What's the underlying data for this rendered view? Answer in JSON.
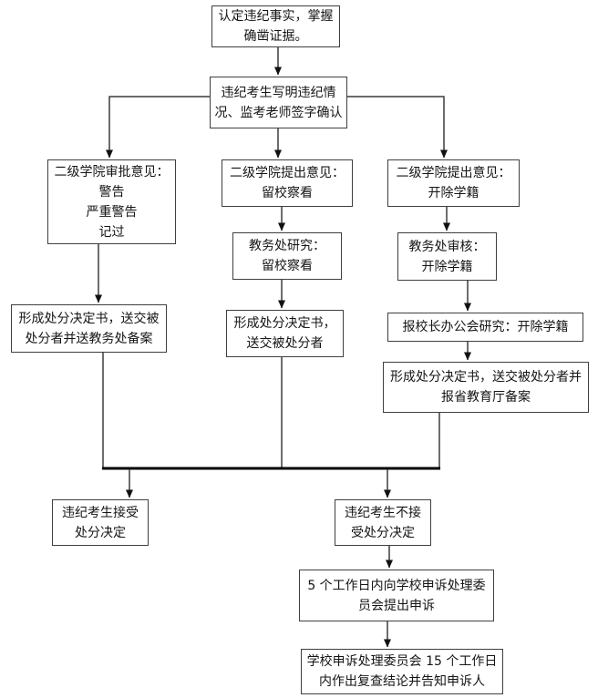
{
  "diagram": {
    "type": "flowchart",
    "colors": {
      "box_border": "#3f3f3f",
      "connector": "#3c3c3c",
      "arrowhead": "#111111",
      "merge_bar": "#000000",
      "text": "#151515",
      "background": "#ffffff"
    },
    "nodes": {
      "establish_facts": {
        "lines": [
          "认定违纪事实，掌握",
          "确凿证据。"
        ]
      },
      "student_confirm": {
        "lines": [
          "违纪考生写明违纪情",
          "况、监考老师签字确认"
        ]
      },
      "college_approve_warning": {
        "lines": [
          "二级学院审批意见：",
          "警告",
          "严重警告",
          "记过"
        ]
      },
      "college_propose_probation": {
        "lines": [
          "二级学院提出意见：",
          "留校察看"
        ]
      },
      "college_propose_expel": {
        "lines": [
          "二级学院提出意见：",
          "开除学籍"
        ]
      },
      "academic_office_research": {
        "lines": [
          "教务处研究：",
          "留校察看"
        ]
      },
      "academic_office_review": {
        "lines": [
          "教务处审核：",
          "开除学籍"
        ]
      },
      "decision_left": {
        "lines": [
          "形成处分决定书，送交被",
          "处分者并送教务处备案"
        ]
      },
      "decision_mid": {
        "lines": [
          "形成处分决定书，",
          "送交被处分者"
        ]
      },
      "president_meeting": {
        "lines": [
          "报校长办公会研究：开除学籍"
        ]
      },
      "decision_right": {
        "lines": [
          "形成处分决定书，送交被处分者并",
          "报省教育厅备案"
        ]
      },
      "accept": {
        "lines": [
          "违纪考生接受",
          "处分决定"
        ]
      },
      "reject": {
        "lines": [
          "违纪考生不接",
          "受处分决定"
        ]
      },
      "appeal": {
        "lines": [
          "5 个工作日内向学校申诉处理委",
          "员会提出申诉"
        ]
      },
      "review": {
        "lines": [
          "学校申诉处理委员会 15 个工作日",
          "内作出复查结论并告知申诉人"
        ]
      }
    },
    "edges": [
      {
        "from": "establish_facts",
        "to": "student_confirm"
      },
      {
        "from": "student_confirm",
        "to": "college_approve_warning"
      },
      {
        "from": "student_confirm",
        "to": "college_propose_probation"
      },
      {
        "from": "student_confirm",
        "to": "college_propose_expel"
      },
      {
        "from": "college_approve_warning",
        "to": "decision_left"
      },
      {
        "from": "college_propose_probation",
        "to": "academic_office_research"
      },
      {
        "from": "academic_office_research",
        "to": "decision_mid"
      },
      {
        "from": "college_propose_expel",
        "to": "academic_office_review"
      },
      {
        "from": "academic_office_review",
        "to": "president_meeting"
      },
      {
        "from": "president_meeting",
        "to": "decision_right"
      },
      {
        "from": "decision_left",
        "to": "outcome_merge_bar"
      },
      {
        "from": "decision_mid",
        "to": "outcome_merge_bar"
      },
      {
        "from": "decision_right",
        "to": "outcome_merge_bar"
      },
      {
        "from": "outcome_merge_bar",
        "to": "accept"
      },
      {
        "from": "outcome_merge_bar",
        "to": "reject"
      },
      {
        "from": "reject",
        "to": "appeal"
      },
      {
        "from": "appeal",
        "to": "review"
      }
    ]
  }
}
